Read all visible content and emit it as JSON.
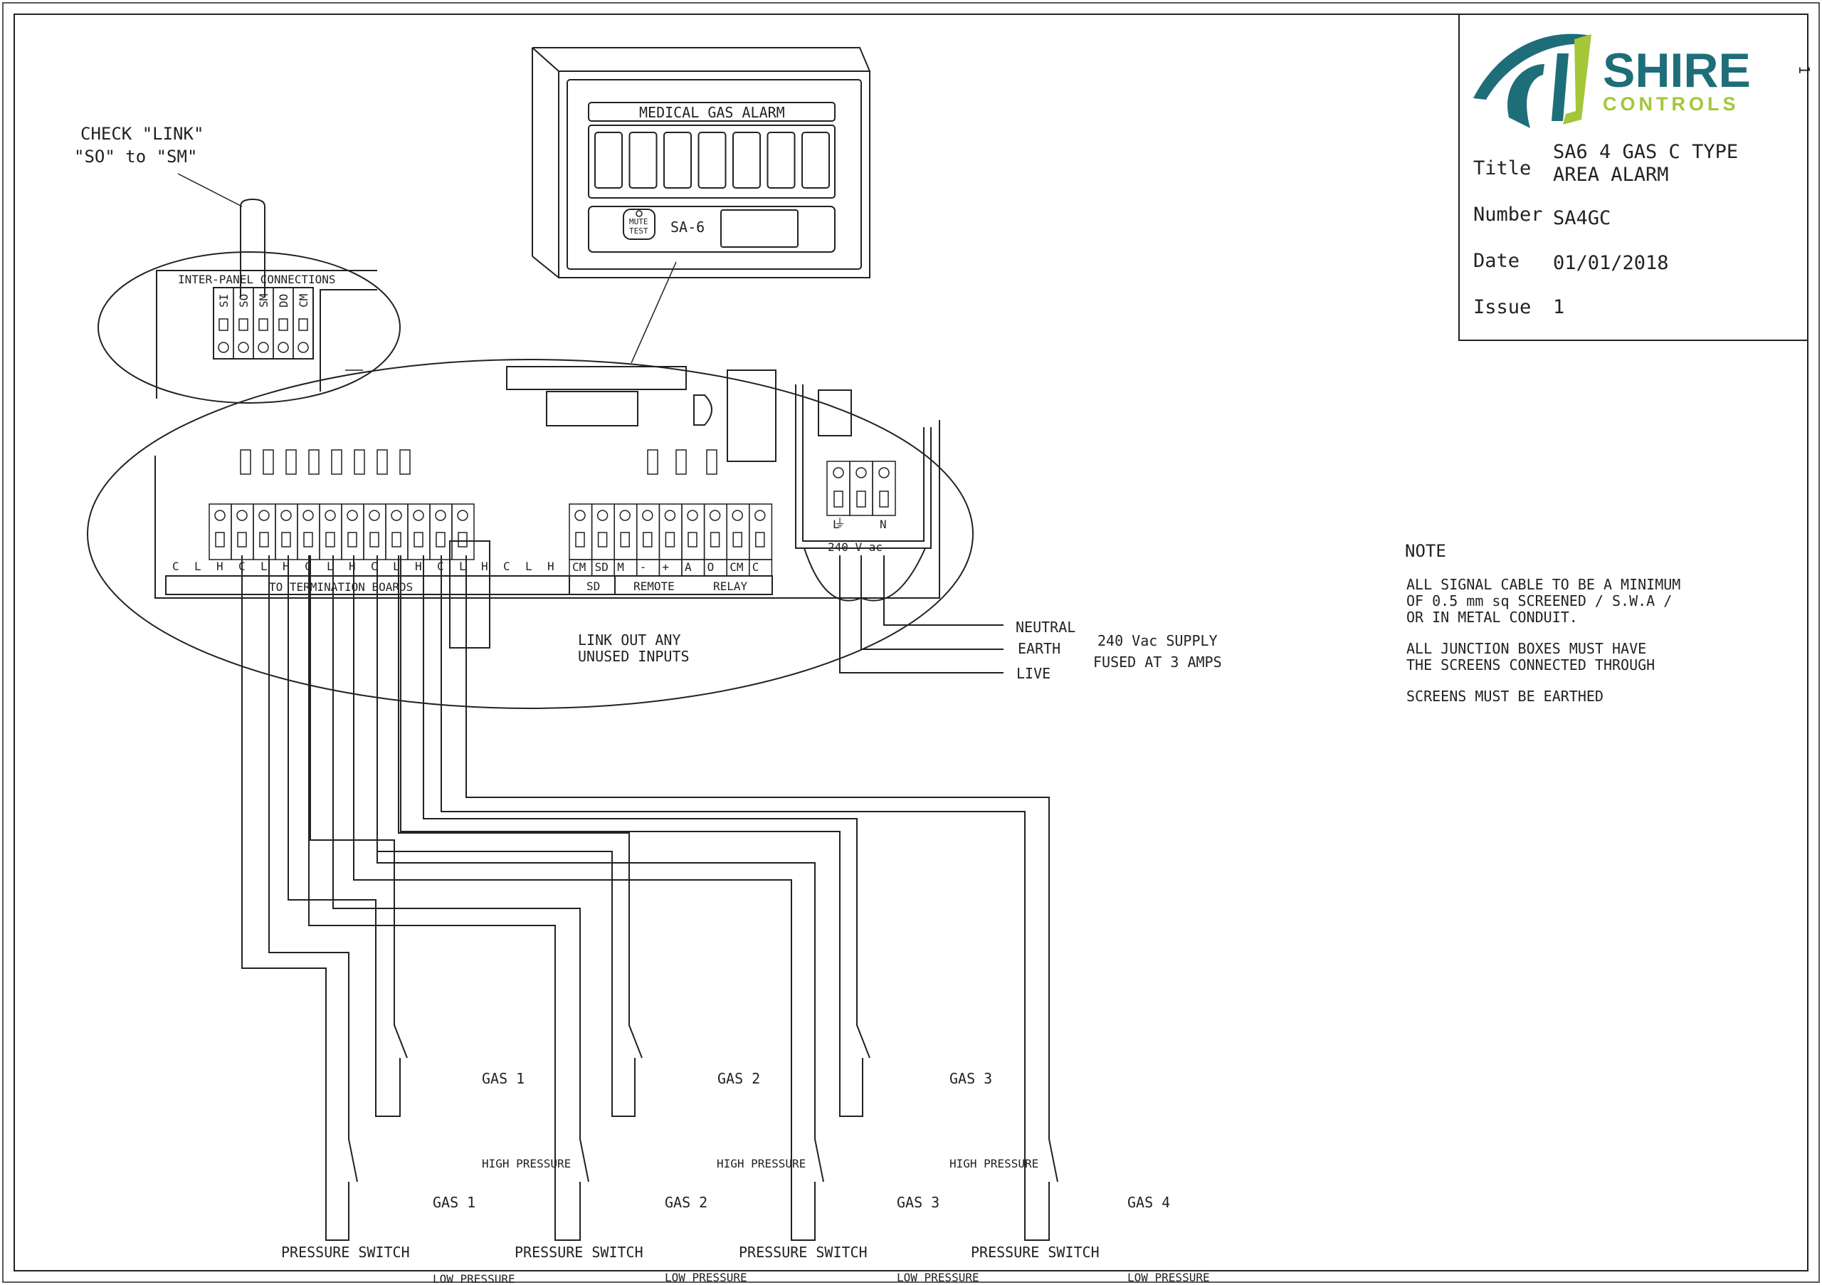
{
  "logo": {
    "brand_top": "SHIRE",
    "brand_bottom": "CONTROLS",
    "colors": {
      "teal": "#1e6e79",
      "green": "#a4c639"
    }
  },
  "title_block": {
    "title_label": "Title",
    "title_line1": "SA6 4 GAS C TYPE",
    "title_line2": "AREA ALARM",
    "number_label": "Number",
    "number_value": "SA4GC",
    "date_label": "Date",
    "date_value": "01/01/2018",
    "issue_label": "Issue",
    "issue_value": "1",
    "corner_mark": "1"
  },
  "callout": {
    "line1": "CHECK \"LINK\"",
    "line2": "\"SO\" to \"SM\""
  },
  "inter_panel": {
    "heading": "INTER-PANEL CONNECTIONS",
    "labels": [
      "SI",
      "SO",
      "SM",
      "DO",
      "CM"
    ]
  },
  "alarm_panel": {
    "heading": "MEDICAL GAS ALARM",
    "button": [
      "MUTE",
      "TEST"
    ],
    "model": "SA-6"
  },
  "terminals": {
    "gas_labels": [
      "C",
      "L",
      "H",
      "C",
      "L",
      "H",
      "C",
      "L",
      "H",
      "C",
      "L",
      "H",
      "C",
      "L",
      "H",
      "C",
      "L",
      "H"
    ],
    "control_labels": [
      "CM",
      "SD",
      "M",
      "-",
      "+",
      "A",
      "O",
      "CM",
      "C"
    ],
    "group_termination": "TO TERMINATION BOARDS",
    "group_sd": "SD",
    "group_remote": "REMOTE",
    "group_relay": "RELAY"
  },
  "supply_block": {
    "labels": [
      "L",
      "N"
    ],
    "voltage": "240 V ac"
  },
  "link_note": {
    "line1": "LINK OUT ANY",
    "line2": "UNUSED INPUTS"
  },
  "supply": {
    "neutral": "NEUTRAL",
    "earth": "EARTH",
    "live": "LIVE",
    "supply_line1": "240 Vac SUPPLY",
    "supply_line2": "FUSED AT 3 AMPS"
  },
  "notes": {
    "heading": "NOTE",
    "lines": [
      "ALL SIGNAL CABLE TO BE A MINIMUM",
      "OF 0.5 mm sq SCREENED / S.W.A /",
      "OR IN METAL CONDUIT.",
      "ALL JUNCTION BOXES MUST HAVE",
      "THE SCREENS CONNECTED THROUGH",
      "SCREENS MUST BE EARTHED"
    ]
  },
  "switches": {
    "high_gas": [
      "GAS 1",
      "GAS 2",
      "GAS 3"
    ],
    "high_label": "HIGH PRESSURE",
    "low_gas": [
      "GAS 1",
      "GAS 2",
      "GAS 3",
      "GAS 4"
    ],
    "pressure_switch": "PRESSURE SWITCH",
    "low_label": "LOW PRESSURE"
  }
}
